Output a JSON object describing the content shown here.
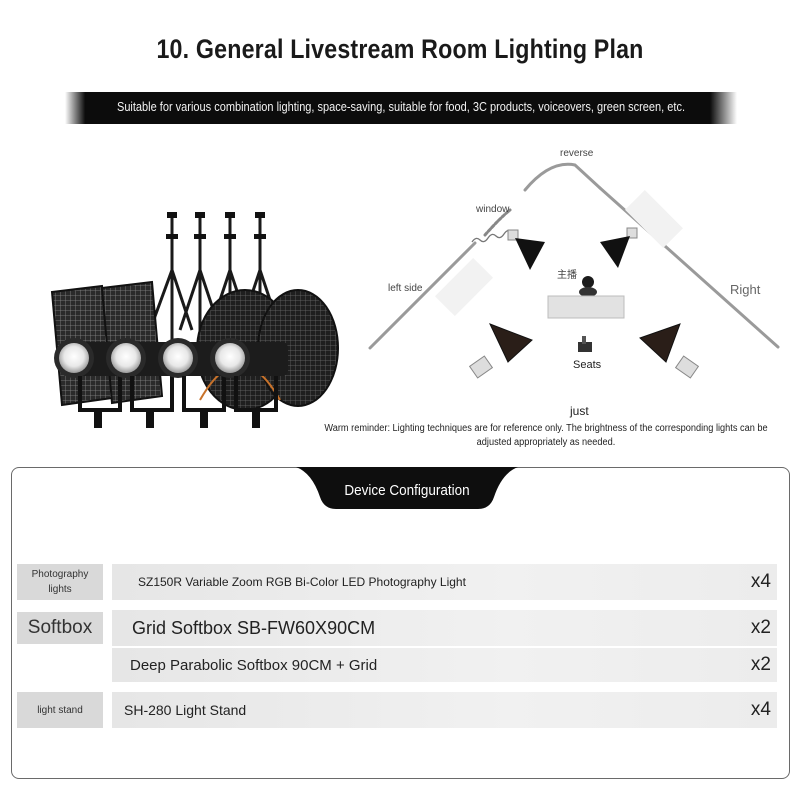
{
  "title": "10. General Livestream Room Lighting Plan",
  "subtitle": "Suitable for various combination lighting, space-saving, suitable for food, 3C products, voiceovers, green screen, etc.",
  "plan": {
    "reverse": "reverse",
    "window": "window",
    "left_side": "left side",
    "right": "Right",
    "anchor": "主播",
    "seats": "Seats",
    "just": "just"
  },
  "reminder": "Warm reminder: Lighting techniques are for reference only. The brightness of the corresponding lights can be adjusted appropriately as needed.",
  "config": {
    "title": "Device Configuration",
    "categories": {
      "photo_lights": "Photography lights",
      "softbox": "Softbox",
      "light_stand": "light stand"
    },
    "items": [
      {
        "name": "SZ150R Variable Zoom RGB Bi-Color LED Photography Light",
        "qty": "x4"
      },
      {
        "name": "Grid Softbox SB-FW60X90CM",
        "qty": "x2"
      },
      {
        "name": "Deep Parabolic Softbox 90CM + Grid",
        "qty": "x2"
      },
      {
        "name": "SH-280 Light Stand",
        "qty": "x4"
      }
    ]
  },
  "colors": {
    "dark_bar": "#0c0c0c",
    "wall": "#9a9a9a",
    "category_bg": "#d9d9d9",
    "row_bg": "#ececec"
  }
}
